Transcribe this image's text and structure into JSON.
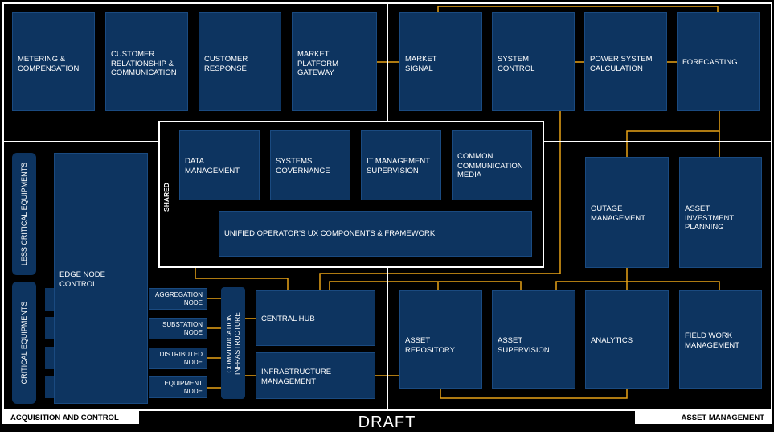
{
  "modules": {
    "metering": "METERING &\nCOMPENSATION",
    "crm": "CUSTOMER\nRELATIONSHIP &\nCOMMUNICATION",
    "customer_response": "CUSTOMER\nRESPONSE",
    "market_platform": "MARKET\nPLATFORM\nGATEWAY",
    "market_signal": "MARKET\nSIGNAL",
    "system_control": "SYSTEM\nCONTROL",
    "power_system_calc": "POWER SYSTEM\nCALCULATION",
    "forecasting": "FORECASTING",
    "data_management": "DATA\nMANAGEMENT",
    "systems_governance": "SYSTEMS\nGOVERNANCE",
    "it_management": "IT MANAGEMENT\nSUPERVISION",
    "common_comm_media": "COMMON\nCOMMUNICATION\nMEDIA",
    "unified_ux": "UNIFIED OPERATOR'S UX COMPONENTS & FRAMEWORK",
    "edge_node_control": "EDGE NODE\nCONTROL",
    "central_hub": "CENTRAL HUB",
    "infrastructure_management": "INFRASTRUCTURE\nMANAGEMENT",
    "asset_repository": "ASSET REPOSITORY",
    "asset_supervision": "ASSET SUPERVISION",
    "analytics": "ANALYTICS",
    "field_work_management": "FIELD WORK\nMANAGEMENT",
    "outage_management": "OUTAGE\nMANAGEMENT",
    "asset_investment_planning": "ASSET INVESTMENT\nPLANNING"
  },
  "nodes": {
    "aggregation": "AGGREGATION\nNODE",
    "substation": "SUBSTATION\nNODE",
    "distributed": "DISTRIBUTED\nNODE",
    "equipment": "EQUIPMENT\nNODE"
  },
  "vertical_labels": {
    "less_critical": "LESS CRITICAL EQUIPMENTS",
    "critical": "CRITICAL EQUIPMENTS",
    "comm_infra": "COMMUNICATION\nINFRASTRUCTURE",
    "shared": "SHARED"
  },
  "footer": {
    "acquisition": "ACQUISITION AND CONTROL",
    "asset_management": "ASSET MANAGEMENT",
    "draft": "DRAFT"
  },
  "colors": {
    "module_fill": "#0d3460",
    "connector": "#e8a317",
    "frame": "#ffffff"
  }
}
